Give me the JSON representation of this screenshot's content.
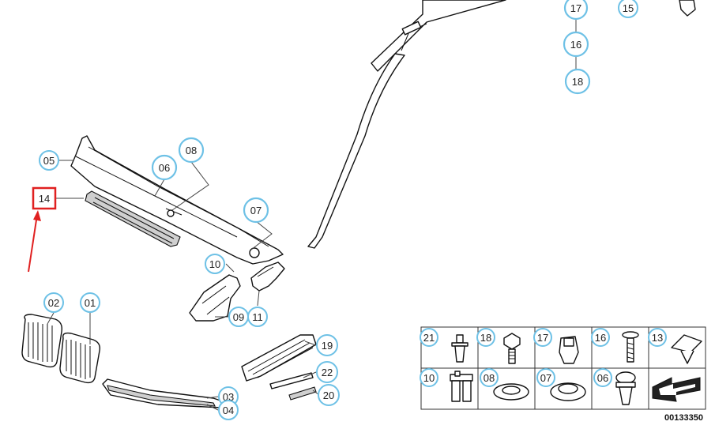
{
  "callouts": [
    {
      "id": "c05",
      "label": "05"
    },
    {
      "id": "c06",
      "label": "06"
    },
    {
      "id": "c07",
      "label": "07"
    },
    {
      "id": "c08",
      "label": "08"
    },
    {
      "id": "c14",
      "label": "14"
    },
    {
      "id": "c10",
      "label": "10"
    },
    {
      "id": "c09",
      "label": "09"
    },
    {
      "id": "c11",
      "label": "11"
    },
    {
      "id": "c02",
      "label": "02"
    },
    {
      "id": "c01",
      "label": "01"
    },
    {
      "id": "c03",
      "label": "03"
    },
    {
      "id": "c04",
      "label": "04"
    },
    {
      "id": "c19",
      "label": "19"
    },
    {
      "id": "c22",
      "label": "22"
    },
    {
      "id": "c20",
      "label": "20"
    },
    {
      "id": "c17top",
      "label": "17"
    },
    {
      "id": "c15top",
      "label": "15"
    },
    {
      "id": "c16top",
      "label": "16"
    },
    {
      "id": "c18top",
      "label": "18"
    }
  ],
  "fastener_table": {
    "row1": [
      "21",
      "18",
      "17",
      "16",
      "13"
    ],
    "row2": [
      "10",
      "08",
      "07",
      "06"
    ]
  },
  "diagram_code": "00133350",
  "highlight": {
    "label": "14",
    "color": "#e02020"
  },
  "colors": {
    "ring": "#6ec1e6",
    "highlight": "#e02020"
  }
}
